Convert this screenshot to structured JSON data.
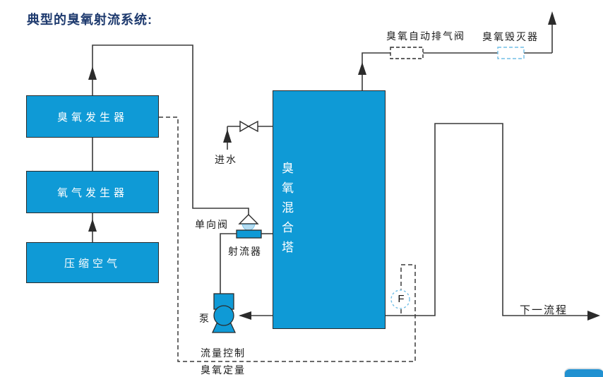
{
  "title": "典型的臭氧射流系统:",
  "colors": {
    "box_blue": "#0f9ad6",
    "line": "#3a3a3a",
    "light_blue": "#72bfe6",
    "title_navy": "#1e3a6e",
    "label_text": "#1a1a1a"
  },
  "blocks": {
    "ozone_generator": "臭氧发生器",
    "oxygen_generator": "氧气发生器",
    "compressed_air": "压缩空气",
    "mixing_tower": "臭氧混合塔"
  },
  "labels": {
    "auto_exhaust_valve": "臭氧自动排气阀",
    "ozone_destructor": "臭氧毁灭器",
    "water_inlet": "进水",
    "check_valve": "单向阀",
    "ejector": "射流器",
    "pump": "泵",
    "flow_meter": "F",
    "flow_control": "流量控制",
    "ozone_dosing": "臭氧定量",
    "next_process": "下一流程"
  }
}
